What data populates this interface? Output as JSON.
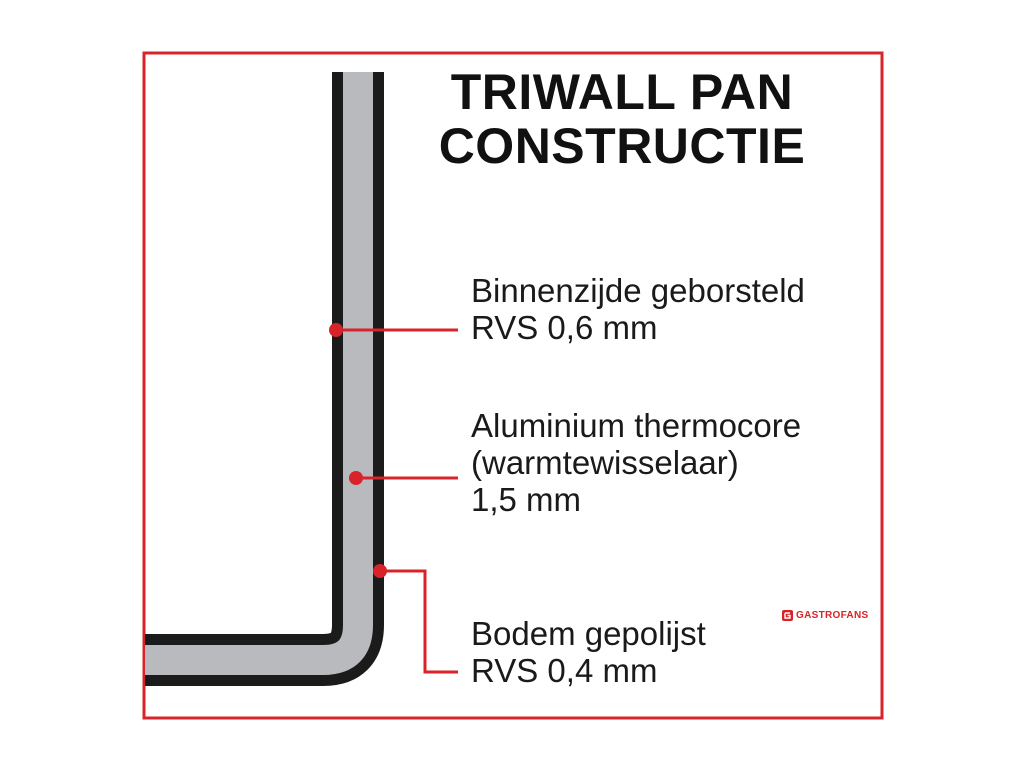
{
  "title": {
    "line1": "TRIWALL PAN",
    "line2": "CONSTRUCTIE"
  },
  "layers": [
    {
      "lines": [
        "Binnenzijde geborsteld",
        "RVS 0,6 mm"
      ]
    },
    {
      "lines": [
        "Aluminium thermocore",
        "(warmtewisselaar)",
        "1,5 mm"
      ]
    },
    {
      "lines": [
        "Bodem gepolijst",
        "RVS 0,4 mm"
      ]
    }
  ],
  "brand": {
    "name": "GASTROFANS",
    "icon": "gastrofans-logo-icon"
  },
  "colors": {
    "frame": "#d8232a",
    "wall_outline": "#1b1b1b",
    "core": "#b9babd",
    "leader": "#d8232a",
    "text": "#1a1a1a"
  }
}
